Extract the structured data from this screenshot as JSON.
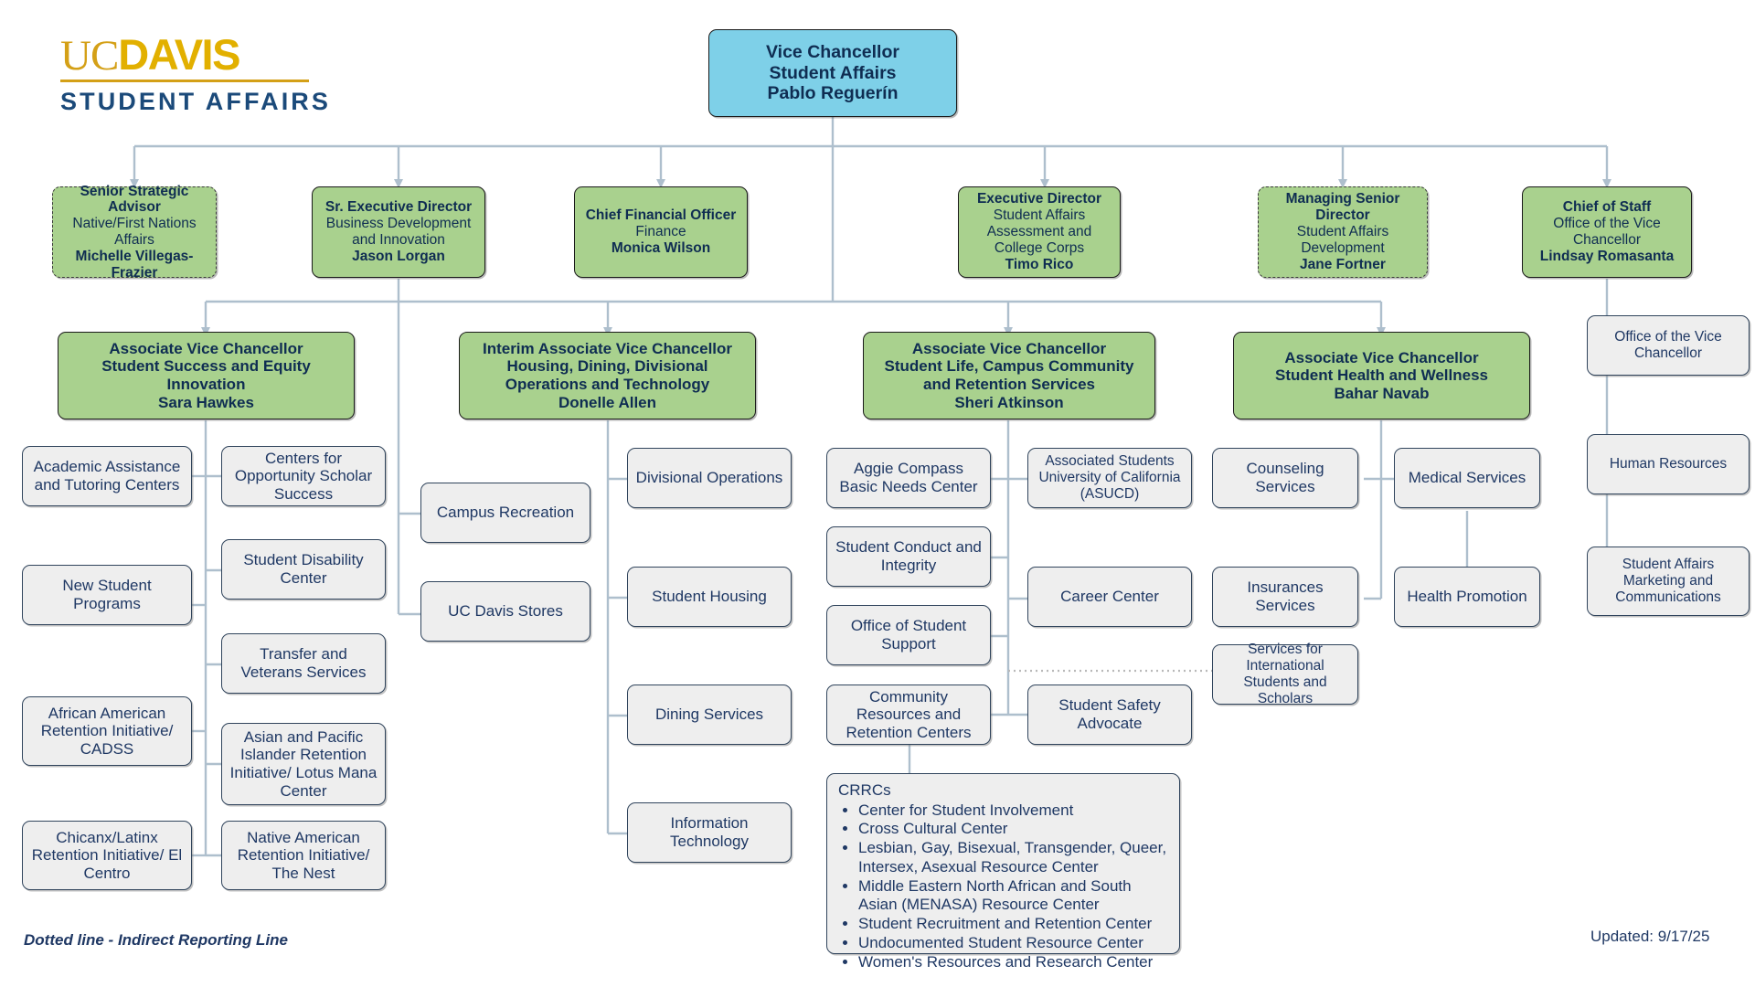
{
  "logo": {
    "uc": "UC",
    "davis": "DAVIS",
    "subtitle": "STUDENT AFFAIRS"
  },
  "colors": {
    "root_box": "#7ed0e8",
    "leader_box": "#a9d18e",
    "unit_box": "#eeeeee",
    "text_navy": "#1f3864",
    "brand_gold": "#d4a017",
    "brand_blue": "#1b4a7a",
    "connector": "#aebfcd"
  },
  "root": {
    "title": "Vice Chancellor",
    "unit": "Student Affairs",
    "person": "Pablo Reguerín"
  },
  "direct_reports": [
    {
      "title": "Senior Strategic Advisor",
      "unit": "Native/First Nations Affairs",
      "person": "Michelle Villegas-Frazier",
      "dotted": true
    },
    {
      "title": "Sr. Executive Director",
      "unit": "Business Development and Innovation",
      "person": "Jason Lorgan",
      "dotted": false
    },
    {
      "title": "Chief Financial Officer",
      "unit": "Finance",
      "person": "Monica Wilson",
      "dotted": false
    },
    {
      "title": "Executive Director",
      "unit": "Student Affairs Assessment and College Corps",
      "person": "Timo Rico",
      "dotted": false
    },
    {
      "title": "Managing Senior Director",
      "unit": "Student Affairs Development",
      "person": "Jane Fortner",
      "dotted": true
    },
    {
      "title": "Chief of Staff",
      "unit": "Office of the Vice Chancellor",
      "person": "Lindsay Romasanta",
      "dotted": false
    }
  ],
  "associate_vcs": [
    {
      "title": "Associate Vice Chancellor",
      "unit": "Student Success and Equity Innovation",
      "person": "Sara Hawkes"
    },
    {
      "title": "Interim Associate Vice Chancellor",
      "unit": "Housing, Dining, Divisional Operations and Technology",
      "person": "Donelle Allen"
    },
    {
      "title": "Associate Vice Chancellor",
      "unit": "Student Life, Campus Community and Retention Services",
      "person": "Sheri Atkinson"
    },
    {
      "title": "Associate Vice Chancellor",
      "unit": "Student Health and Wellness",
      "person": "Bahar Navab"
    }
  ],
  "units": {
    "student_success_left": [
      "Academic Assistance and Tutoring Centers",
      "New Student Programs",
      "African American Retention Initiative/ CADSS",
      "Chicanx/Latinx Retention Initiative/ El Centro"
    ],
    "student_success_right": [
      "Centers for Opportunity Scholar Success",
      "Student Disability Center",
      "Transfer and Veterans Services",
      "Asian and Pacific Islander Retention Initiative/ Lotus Mana Center",
      "Native American Retention Initiative/ The Nest"
    ],
    "business_development": [
      "Campus Recreation",
      "UC Davis Stores"
    ],
    "housing_dining": [
      "Divisional Operations",
      "Student Housing",
      "Dining Services",
      "Information Technology"
    ],
    "student_life_left": [
      "Aggie Compass Basic Needs Center",
      "Student Conduct and Integrity",
      "Office of Student Support",
      "Community Resources and Retention Centers"
    ],
    "student_life_right": [
      "Associated Students University of California (ASUCD)",
      "Career Center",
      "Student Safety Advocate"
    ],
    "health_wellness_left": [
      "Counseling Services",
      "Insurances Services"
    ],
    "health_wellness_right": [
      "Medical Services",
      "Health Promotion"
    ],
    "international": "Services for International Students and Scholars",
    "chief_of_staff": [
      "Office of the Vice Chancellor",
      "Human Resources",
      "Student Affairs Marketing and Communications"
    ]
  },
  "crrcs": {
    "title": "CRRCs",
    "items": [
      "Center for Student Involvement",
      "Cross Cultural Center",
      "Lesbian, Gay, Bisexual, Transgender, Queer, Intersex, Asexual Resource Center",
      "Middle Eastern North African and South Asian (MENASA) Resource Center",
      "Student Recruitment and Retention Center",
      "Undocumented Student Resource Center",
      "Women's Resources and Research Center"
    ]
  },
  "footer": {
    "legend_note": "Dotted line - Indirect Reporting Line",
    "updated": "Updated: 9/17/25"
  }
}
